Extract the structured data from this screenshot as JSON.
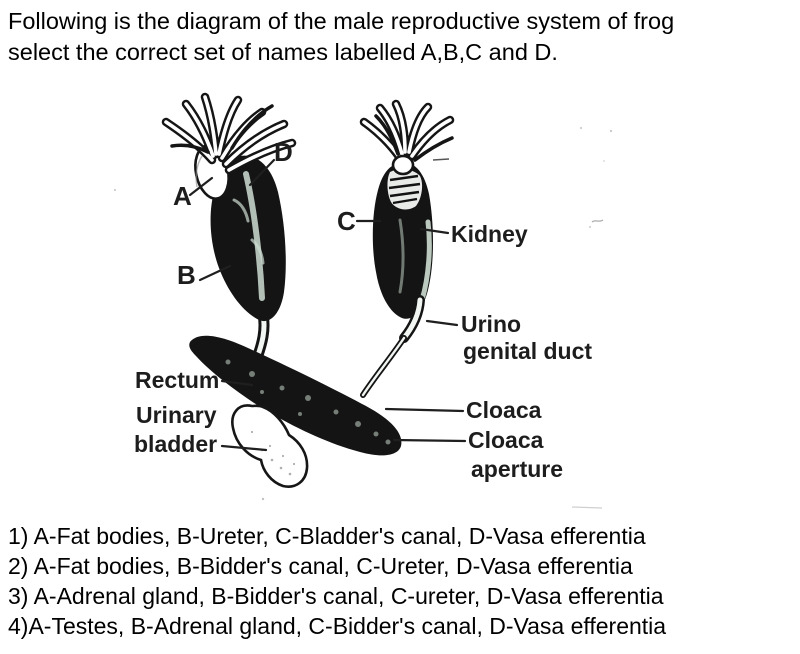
{
  "question": {
    "line1": "Following is the diagram of the male reproductive system of frog",
    "line2": "select the correct set of names labelled A,B,C and D."
  },
  "diagram": {
    "labels": {
      "a": "A",
      "b": "B",
      "c": "C",
      "d": "D",
      "kidney": "Kidney",
      "urino_genital_duct_line1": "Urino",
      "urino_genital_duct_line2": "genital duct",
      "rectum": "Rectum",
      "urinary_bladder_line1": "Urinary",
      "urinary_bladder_line2": "bladder",
      "cloaca": "Cloaca",
      "cloaca_aperture_line1": "Cloaca",
      "cloaca_aperture_line2": "aperture"
    },
    "colors": {
      "ink": "#141414",
      "paper": "#ffffff",
      "scan_highlight": "#cdddd2"
    }
  },
  "options": [
    "1) A-Fat bodies, B-Ureter, C-Bladder's canal, D-Vasa efferentia",
    "2) A-Fat bodies, B-Bidder's canal, C-Ureter, D-Vasa efferentia",
    "3) A-Adrenal gland, B-Bidder's canal, C-ureter, D-Vasa efferentia",
    "4)A-Testes, B-Adrenal gland, C-Bidder's canal, D-Vasa efferentia"
  ]
}
